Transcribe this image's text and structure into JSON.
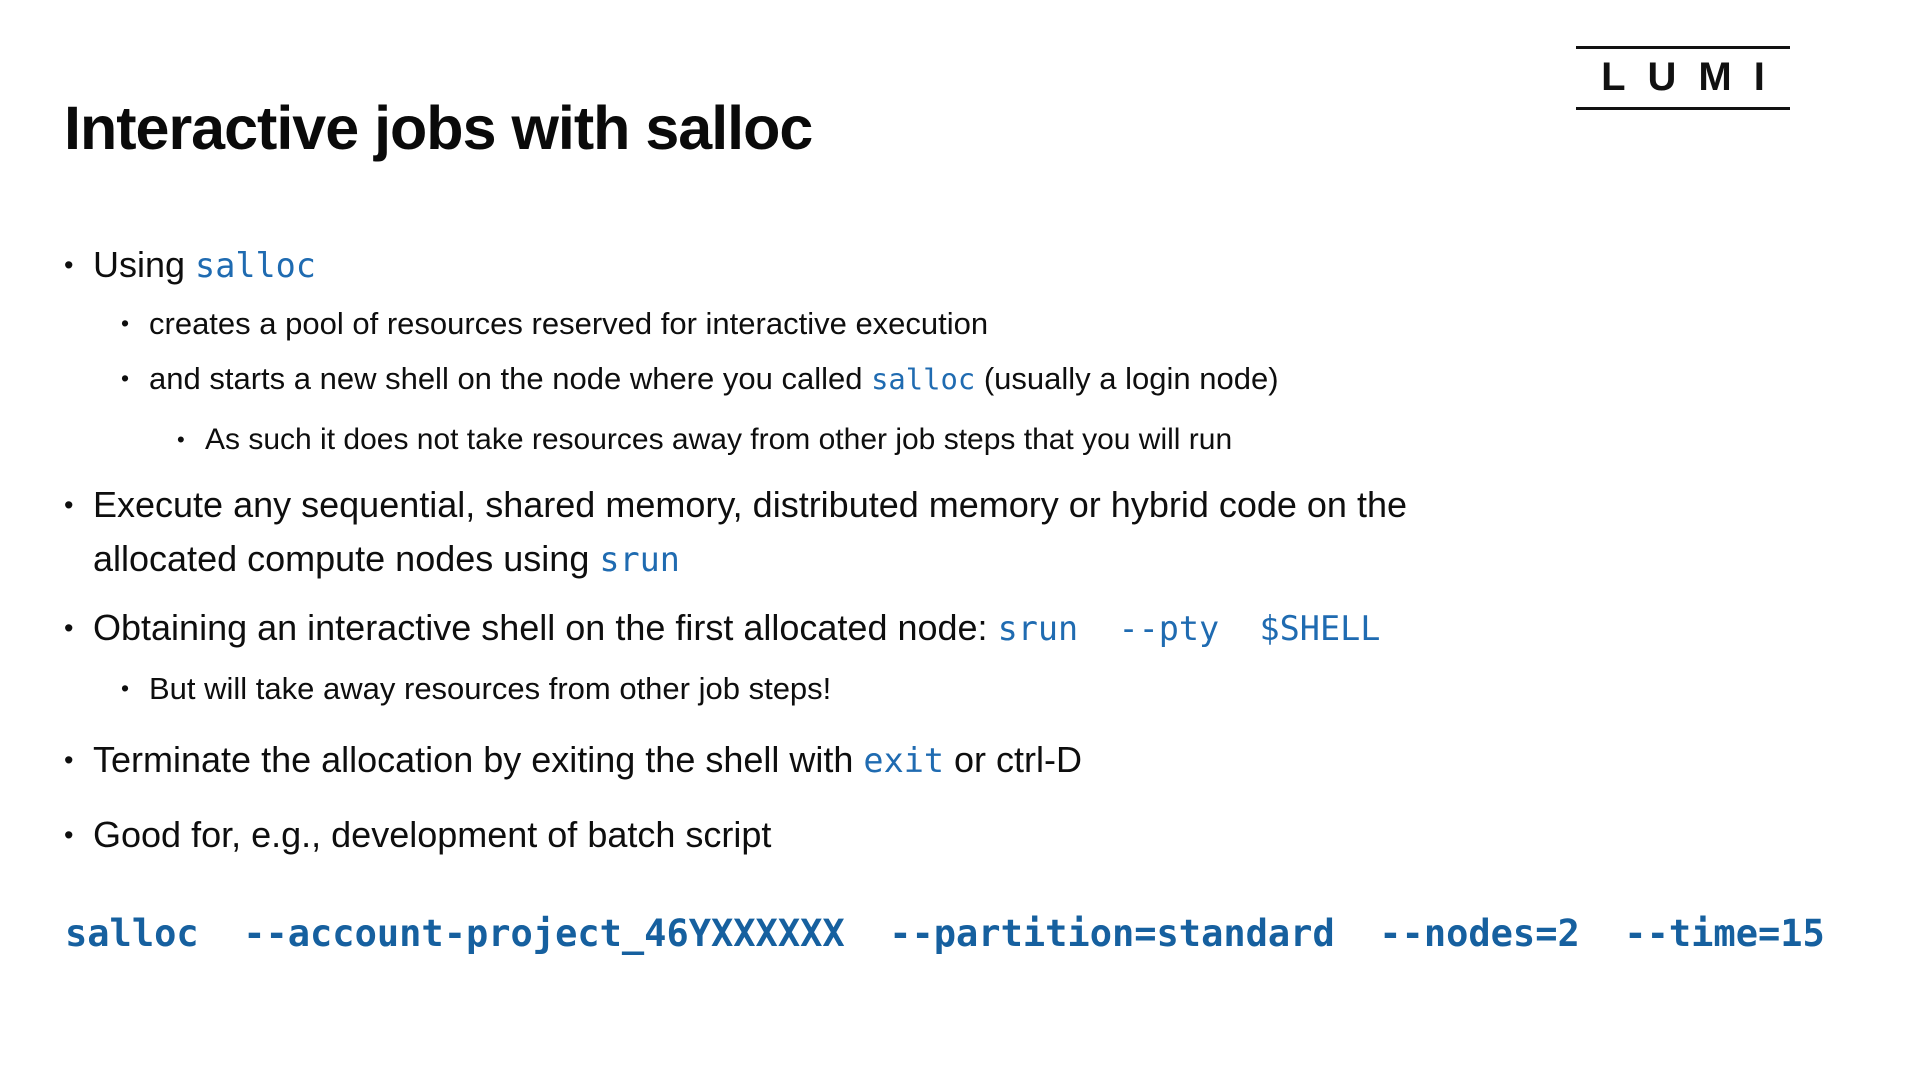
{
  "slide": {
    "title": "Interactive jobs with salloc",
    "logo_text": "LUMI",
    "bullets": [
      {
        "level": 1,
        "segments": [
          {
            "type": "text",
            "text": "Using "
          },
          {
            "type": "code",
            "text": "salloc"
          }
        ]
      },
      {
        "level": 2,
        "segments": [
          {
            "type": "text",
            "text": "creates a pool of resources reserved for interactive execution"
          }
        ]
      },
      {
        "level": 2,
        "segments": [
          {
            "type": "text",
            "text": "and starts a new shell on the node where you called "
          },
          {
            "type": "code",
            "text": "salloc"
          },
          {
            "type": "text",
            "text": " (usually a login node)"
          }
        ]
      },
      {
        "level": 3,
        "segments": [
          {
            "type": "text",
            "text": "As such it does not take resources away from other job steps that you will run"
          }
        ]
      },
      {
        "level": 1,
        "segments": [
          {
            "type": "text",
            "text": "Execute any sequential, shared memory, distributed memory or hybrid code on the"
          },
          {
            "type": "br"
          },
          {
            "type": "text",
            "text": "allocated compute nodes using "
          },
          {
            "type": "code",
            "text": "srun"
          }
        ]
      },
      {
        "level": 1,
        "segments": [
          {
            "type": "text",
            "text": "Obtaining an interactive shell on the first allocated node: "
          },
          {
            "type": "code",
            "text": "srun  --pty  $SHELL"
          }
        ]
      },
      {
        "level": 2,
        "segments": [
          {
            "type": "text",
            "text": "But will take away resources from other job steps!"
          }
        ]
      },
      {
        "level": 1,
        "segments": [
          {
            "type": "text",
            "text": "Terminate the allocation by exiting the shell with "
          },
          {
            "type": "code",
            "text": "exit"
          },
          {
            "type": "text",
            "text": " or ctrl-D"
          }
        ]
      },
      {
        "level": 1,
        "segments": [
          {
            "type": "text",
            "text": "Good for, e.g., development of batch script"
          }
        ]
      }
    ],
    "command": "salloc  --account-project_46YXXXXXX  --partition=standard  --nodes=2  --time=15",
    "colors": {
      "inline_code_blue": "#1f6bb1",
      "command_blue": "#16609f",
      "text_black": "#0e0e0e",
      "background": "#ffffff"
    }
  }
}
